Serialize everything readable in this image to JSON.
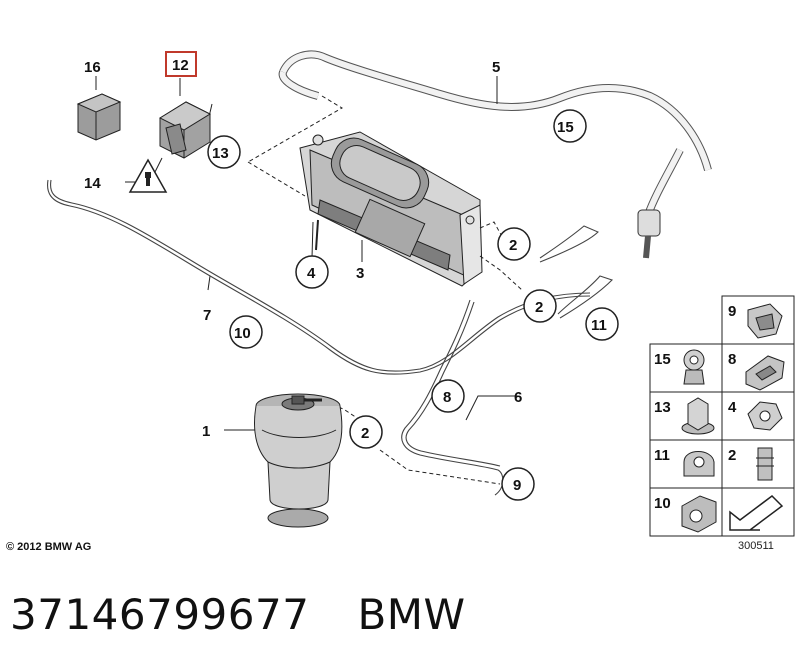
{
  "labels": {
    "l16": "16",
    "l12": "12",
    "l13": "13",
    "l14": "14",
    "l5": "5",
    "l15": "15",
    "l4": "4",
    "l3": "3",
    "l2a": "2",
    "l2b": "2",
    "l11": "11",
    "l7": "7",
    "l10": "10",
    "l8": "8",
    "l6": "6",
    "l1": "1",
    "l2c": "2",
    "l9": "9"
  },
  "legend": [
    "9",
    "15",
    "8",
    "13",
    "4",
    "11",
    "2",
    "10"
  ],
  "footer": {
    "copyright": "© 2012 BMW AG",
    "reference": "300511"
  },
  "part_number": "37146799677",
  "brand": "BMW",
  "highlight_color": "#c0392b"
}
